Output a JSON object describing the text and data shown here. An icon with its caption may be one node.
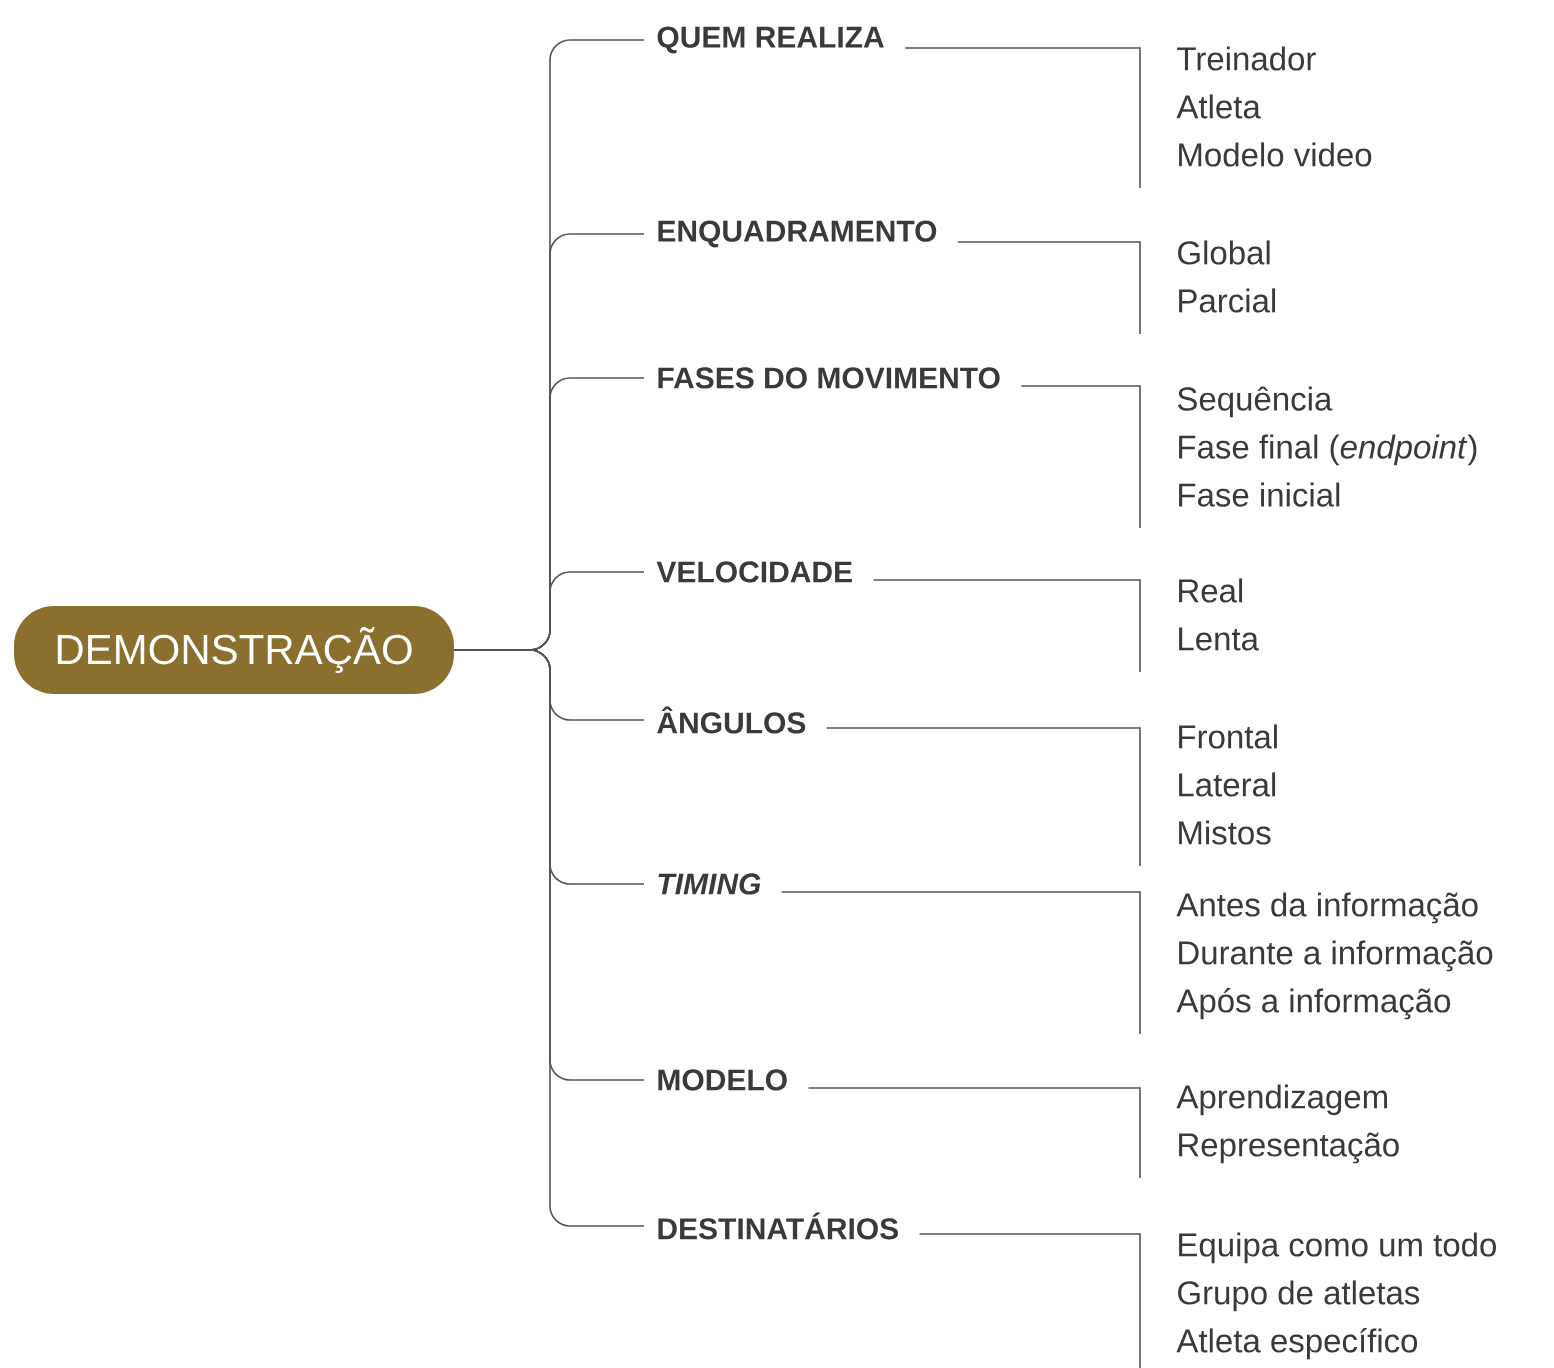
{
  "diagram": {
    "nodes": [
      {
        "text": [
          "DEMONSTRAÇÃO"
        ]
      },
      {
        "text": [
          "QUEM REALIZA"
        ]
      },
      {
        "text": [
          "Treinador",
          "Atleta",
          "Modelo video"
        ]
      },
      {
        "text": [
          "ENQUADRAMENTO"
        ]
      },
      {
        "text": [
          "Global",
          "Parcial"
        ]
      },
      {
        "text": [
          "FASES DO MOVIMENTO"
        ]
      },
      {
        "text": [
          "Sequência",
          "Fase final (*endpoint*)",
          "Fase inicial"
        ]
      },
      {
        "text": [
          "VELOCIDADE"
        ]
      },
      {
        "text": [
          "Real",
          "Lenta"
        ]
      },
      {
        "text": [
          "ÂNGULOS"
        ]
      },
      {
        "text": [
          "Frontal",
          "Lateral",
          "Mistos"
        ]
      },
      {
        "text": [
          "TIMING"
        ]
      },
      {
        "text": [
          "Antes da informação",
          "Durante a informação",
          "Após a informação"
        ]
      },
      {
        "text": [
          "MODELO"
        ]
      },
      {
        "text": [
          "Aprendizagem",
          "Representação"
        ]
      },
      {
        "text": [
          "DESTINATÁRIOS"
        ]
      },
      {
        "text": [
          "Equipa como um todo",
          "Grupo de atletas",
          "Atleta específico"
        ]
      }
    ],
    "edges": [
      {
        "from": 0,
        "to": 1,
        "arrow": "none"
      },
      {
        "from": 1,
        "to": 2,
        "arrow": "none"
      },
      {
        "from": 0,
        "to": 3,
        "arrow": "none"
      },
      {
        "from": 3,
        "to": 4,
        "arrow": "none"
      },
      {
        "from": 0,
        "to": 5,
        "arrow": "none"
      },
      {
        "from": 5,
        "to": 6,
        "arrow": "none"
      },
      {
        "from": 0,
        "to": 7,
        "arrow": "none"
      },
      {
        "from": 7,
        "to": 8,
        "arrow": "none"
      },
      {
        "from": 0,
        "to": 9,
        "arrow": "none"
      },
      {
        "from": 9,
        "to": 10,
        "arrow": "none"
      },
      {
        "from": 0,
        "to": 11,
        "arrow": "none"
      },
      {
        "from": 11,
        "to": 12,
        "arrow": "none"
      },
      {
        "from": 0,
        "to": 13,
        "arrow": "none"
      },
      {
        "from": 13,
        "to": 14,
        "arrow": "none"
      },
      {
        "from": 0,
        "to": 15,
        "arrow": "none"
      },
      {
        "from": 15,
        "to": 16,
        "arrow": "none"
      }
    ]
  }
}
